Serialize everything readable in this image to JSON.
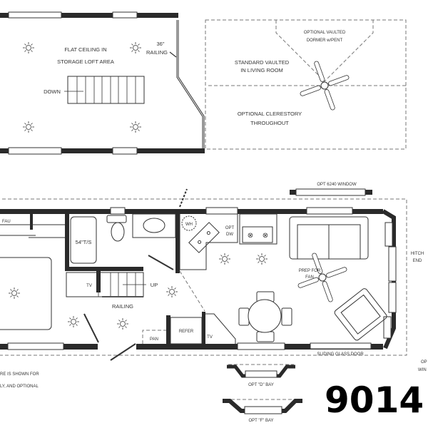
{
  "loft": {
    "ceiling_note": [
      "FLAT CEILING IN",
      "STORAGE LOFT AREA"
    ],
    "railing": [
      "36\"",
      "RAILING"
    ],
    "stair_label": "DOWN"
  },
  "vault": {
    "dormer": [
      "OPTIONAL VAULTED",
      "DORMER w/PENT"
    ],
    "standard": [
      "STANDARD VAULTED",
      "IN LIVING ROOM"
    ],
    "clerestory": [
      "OPTIONAL CLERESTORY",
      "THROUGHOUT"
    ]
  },
  "main": {
    "fau": "FAU",
    "tub": "54\"T/S",
    "wh": "WH",
    "dw": [
      "OPT",
      "DW"
    ],
    "tv1": "TV",
    "tv2": "TV",
    "up": "UP",
    "railing": "RAILING",
    "pan": "PAN",
    "refer": "REFER",
    "fan": [
      "PREP FOR",
      "FAN"
    ],
    "hitch": [
      "HITCH",
      "END"
    ],
    "sliding_door": "SLIDING GLASS DOOR",
    "opt_window": "OPT 6240 WINDOW",
    "right_opt": [
      "OP",
      "WIN"
    ]
  },
  "options": {
    "d_bay": "OPT \"D\" BAY",
    "f_bay": "OPT \"F\" BAY"
  },
  "note": [
    "RE IS SHOWN FOR",
    "LY, AND OPTIONAL"
  ],
  "model_number": "9014"
}
